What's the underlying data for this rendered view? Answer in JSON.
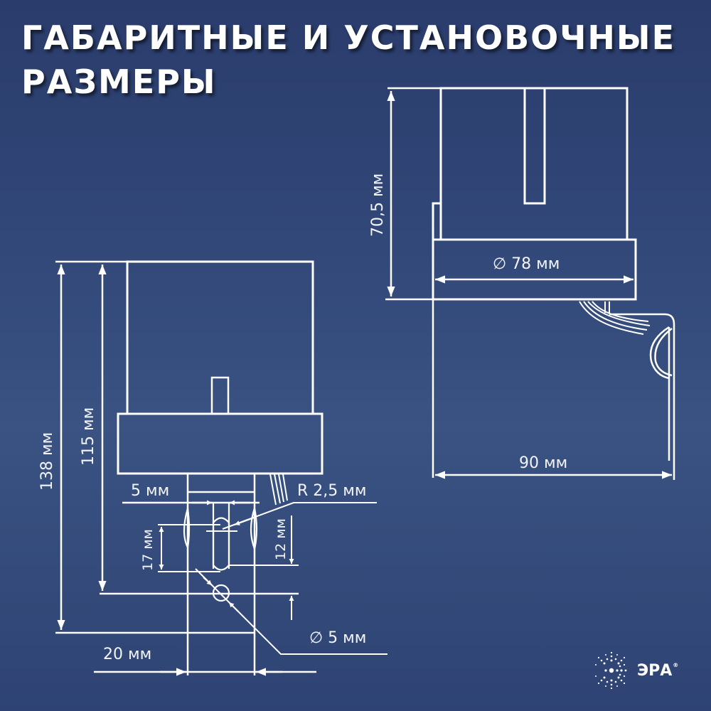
{
  "title": {
    "line1": "ГАБАРИТНЫЕ И УСТАНОВОЧНЫЕ",
    "line2": "РАЗМЕРЫ"
  },
  "colors": {
    "background_top": "#2a3c6c",
    "background_mid": "#3a5382",
    "line": "#ffffff"
  },
  "front_view": {
    "dimensions": {
      "total_height": "138 мм",
      "body_height": "115 мм",
      "slot_width": "5 мм",
      "slot_radius": "R 2,5 мм",
      "slot_length": "17 мм",
      "hole_offset": "12 мм",
      "hole_diameter": "∅ 5 мм",
      "bracket_width": "20 мм"
    }
  },
  "side_view": {
    "dimensions": {
      "height": "70,5 мм",
      "diameter": "∅ 78 мм",
      "depth": "90 мм"
    }
  },
  "logo": {
    "text": "ЭРА",
    "registered": "®"
  }
}
